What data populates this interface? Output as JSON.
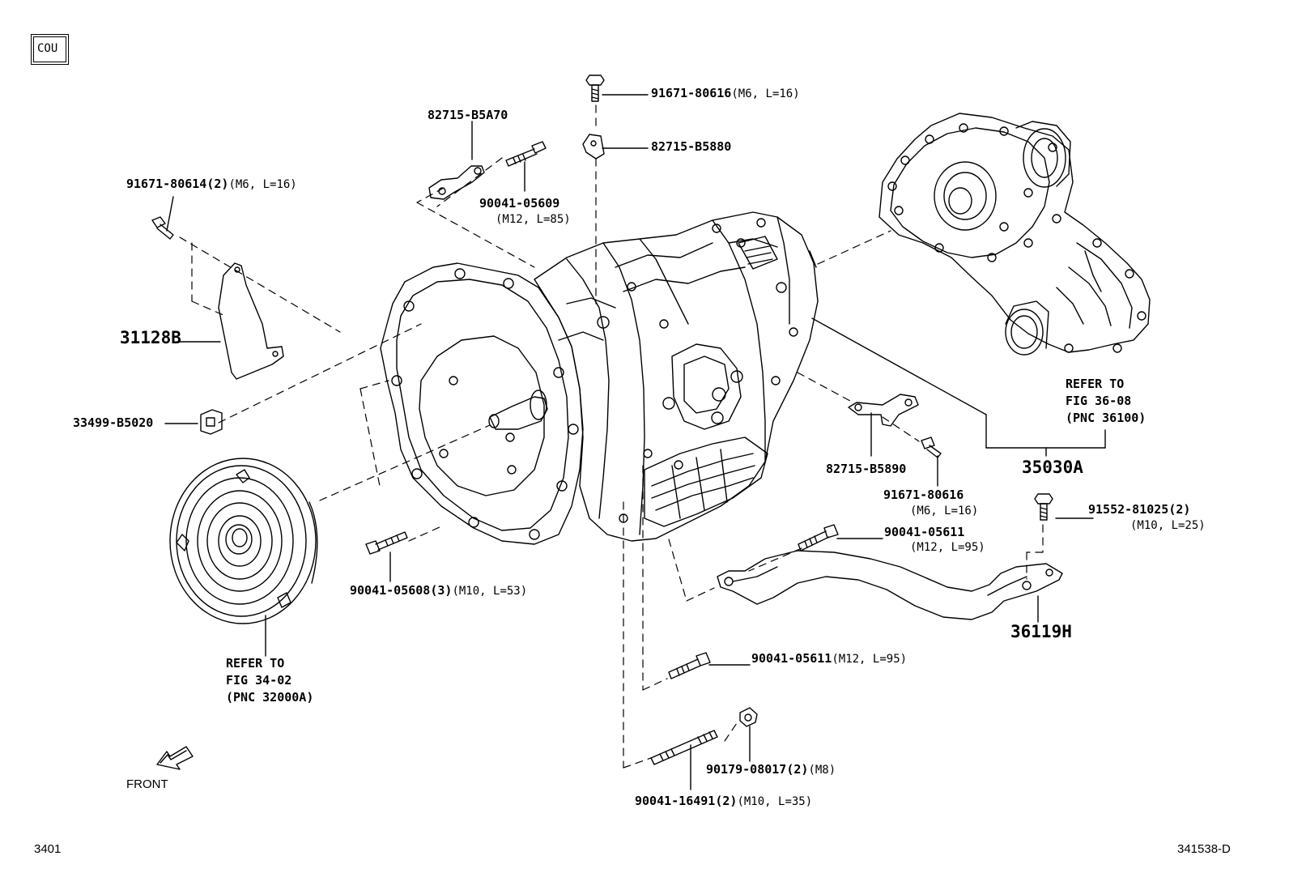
{
  "model_code": "COU",
  "figure_number": "3401",
  "illustration_id": "341538-D",
  "front_label": "FRONT",
  "parts": [
    {
      "id": "p-91671-80616-top",
      "number": "91671-80616",
      "spec": "(M6, L=16)"
    },
    {
      "id": "p-82715-b5a70",
      "number": "82715-B5A70",
      "spec": ""
    },
    {
      "id": "p-82715-b5880",
      "number": "82715-B5880",
      "spec": ""
    },
    {
      "id": "p-91671-80614",
      "number": "91671-80614(2)",
      "spec": "(M6, L=16)"
    },
    {
      "id": "p-90041-05609",
      "number": "90041-05609",
      "spec": "(M12, L=85)"
    },
    {
      "id": "p-31128b",
      "number": "31128B",
      "spec": ""
    },
    {
      "id": "p-33499-b5020",
      "number": "33499-B5020",
      "spec": ""
    },
    {
      "id": "p-82715-b5890",
      "number": "82715-B5890",
      "spec": ""
    },
    {
      "id": "p-35030a",
      "number": "35030A",
      "spec": ""
    },
    {
      "id": "p-91671-80616-mid",
      "number": "91671-80616",
      "spec": "(M6, L=16)"
    },
    {
      "id": "p-91552-81025",
      "number": "91552-81025(2)",
      "spec": "(M10, L=25)"
    },
    {
      "id": "p-90041-05611-a",
      "number": "90041-05611",
      "spec": "(M12, L=95)"
    },
    {
      "id": "p-90041-05608",
      "number": "90041-05608(3)",
      "spec": "(M10, L=53)"
    },
    {
      "id": "p-36119h",
      "number": "36119H",
      "spec": ""
    },
    {
      "id": "p-90041-05611-b",
      "number": "90041-05611",
      "spec": "(M12, L=95)"
    },
    {
      "id": "p-90179-08017",
      "number": "90179-08017(2)",
      "spec": "(M8)"
    },
    {
      "id": "p-90041-16491",
      "number": "90041-16491(2)",
      "spec": "(M10, L=35)"
    }
  ],
  "references": [
    {
      "id": "ref-torque-converter",
      "lines": [
        "REFER TO",
        "FIG 34-02",
        "(PNC 32000A)"
      ]
    },
    {
      "id": "ref-transfer",
      "lines": [
        "REFER TO",
        "FIG 36-08",
        "(PNC 36100)"
      ]
    }
  ]
}
